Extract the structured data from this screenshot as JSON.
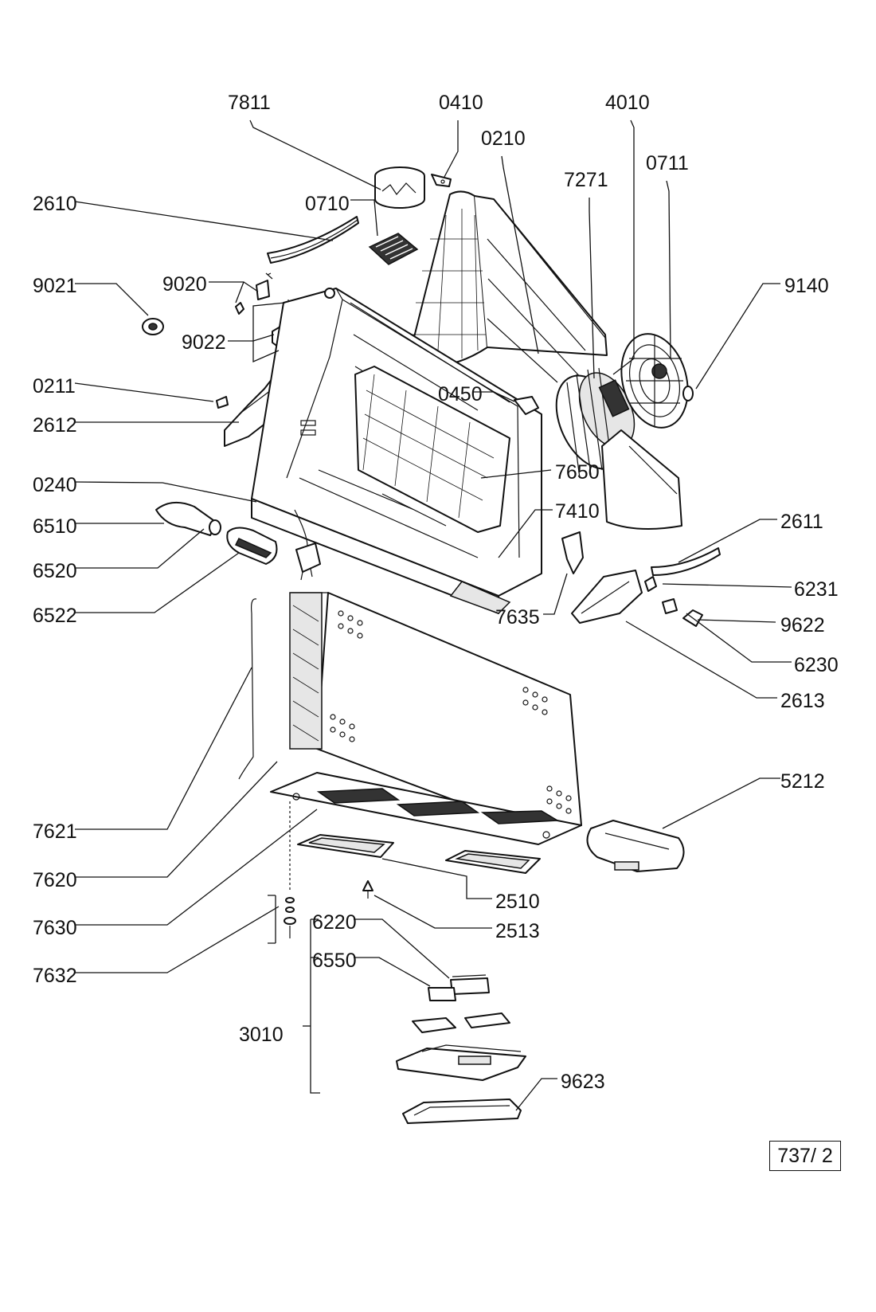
{
  "diagram": {
    "type": "exploded-parts-diagram",
    "reference": "737/ 2",
    "parts": [
      {
        "id": "7811",
        "label": "7811"
      },
      {
        "id": "0410",
        "label": "0410"
      },
      {
        "id": "4010",
        "label": "4010"
      },
      {
        "id": "0210",
        "label": "0210"
      },
      {
        "id": "0711",
        "label": "0711"
      },
      {
        "id": "7271",
        "label": "7271"
      },
      {
        "id": "2610",
        "label": "2610"
      },
      {
        "id": "0710",
        "label": "0710"
      },
      {
        "id": "9021",
        "label": "9021"
      },
      {
        "id": "9020",
        "label": "9020"
      },
      {
        "id": "9140",
        "label": "9140"
      },
      {
        "id": "9022",
        "label": "9022"
      },
      {
        "id": "0211",
        "label": "0211"
      },
      {
        "id": "0450",
        "label": "0450"
      },
      {
        "id": "2612",
        "label": "2612"
      },
      {
        "id": "7650",
        "label": "7650"
      },
      {
        "id": "0240",
        "label": "0240"
      },
      {
        "id": "7410",
        "label": "7410"
      },
      {
        "id": "6510",
        "label": "6510"
      },
      {
        "id": "2611",
        "label": "2611"
      },
      {
        "id": "6520",
        "label": "6520"
      },
      {
        "id": "6231",
        "label": "6231"
      },
      {
        "id": "6522",
        "label": "6522"
      },
      {
        "id": "7635",
        "label": "7635"
      },
      {
        "id": "9622",
        "label": "9622"
      },
      {
        "id": "6230",
        "label": "6230"
      },
      {
        "id": "2613",
        "label": "2613"
      },
      {
        "id": "5212",
        "label": "5212"
      },
      {
        "id": "7621",
        "label": "7621"
      },
      {
        "id": "7620",
        "label": "7620"
      },
      {
        "id": "2510",
        "label": "2510"
      },
      {
        "id": "7630",
        "label": "7630"
      },
      {
        "id": "2513",
        "label": "2513"
      },
      {
        "id": "6220",
        "label": "6220"
      },
      {
        "id": "7632",
        "label": "7632"
      },
      {
        "id": "6550",
        "label": "6550"
      },
      {
        "id": "3010",
        "label": "3010"
      },
      {
        "id": "9623",
        "label": "9623"
      }
    ]
  }
}
